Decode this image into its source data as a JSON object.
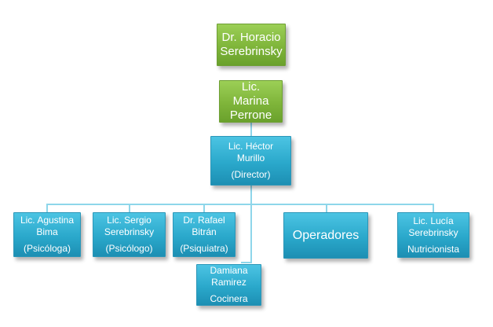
{
  "nodes": {
    "horacio": {
      "lines": [
        "Dr. Horacio",
        "Serebrinsky"
      ]
    },
    "marina": {
      "lines": [
        "Lic.",
        "Marina",
        "Perrone"
      ]
    },
    "hector": {
      "lines": [
        "Lic. Héctor",
        "Murillo"
      ],
      "role": "(Director)"
    },
    "agustina": {
      "lines": [
        "Lic. Agustina",
        "Bima"
      ],
      "role": "(Psicóloga)"
    },
    "sergio": {
      "lines": [
        "Lic. Sergio",
        "Serebrinsky"
      ],
      "role": "(Psicólogo)"
    },
    "rafael": {
      "lines": [
        "Dr. Rafael",
        "Bitrán"
      ],
      "role": "(Psiquiatra)"
    },
    "operadores": {
      "label": "Operadores"
    },
    "lucia": {
      "lines": [
        "Lic. Lucía",
        "Serebrinsky"
      ],
      "role": "Nutricionista"
    },
    "damiana": {
      "lines": [
        "Damiana",
        "Ramirez"
      ],
      "role": "Cocinera"
    }
  },
  "colors": {
    "executive": "#7fb53a",
    "staff": "#2aa8cb",
    "connector": "#8ed6ea"
  }
}
